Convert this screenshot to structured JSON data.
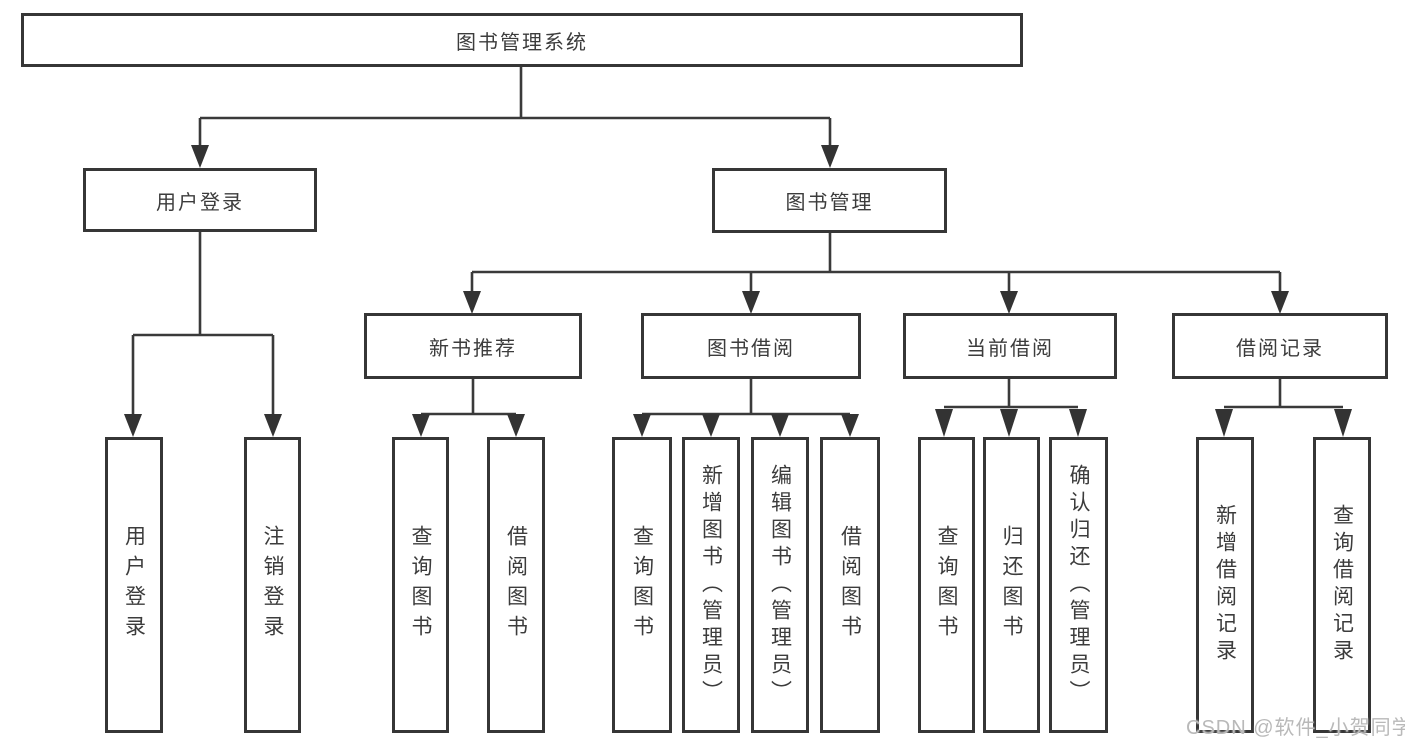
{
  "diagram": {
    "title": "图书管理系统",
    "level2": {
      "user_login": "用户登录",
      "book_management": "图书管理"
    },
    "level3": {
      "new_book_recommend": "新书推荐",
      "book_borrowing": "图书借阅",
      "current_borrowing": "当前借阅",
      "borrowing_records": "借阅记录"
    },
    "leaves": {
      "user_login": [
        "用户登录",
        "注销登录"
      ],
      "new_book_recommend": [
        "查询图书",
        "借阅图书"
      ],
      "book_borrowing": [
        "查询图书",
        "新增图书（管理员）",
        "编辑图书（管理员）",
        "借阅图书"
      ],
      "current_borrowing": [
        "查询图书",
        "归还图书",
        "确认归还（管理员）"
      ],
      "borrowing_records": [
        "新增借阅记录",
        "查询借阅记录"
      ]
    }
  },
  "watermark": {
    "text": "CSDN @软件_小贺同学",
    "color": "#b9b9b9"
  },
  "colors": {
    "line": "#3a3a3a",
    "border": "#363636",
    "text": "#3c3c3c",
    "background": "#ffffff"
  }
}
